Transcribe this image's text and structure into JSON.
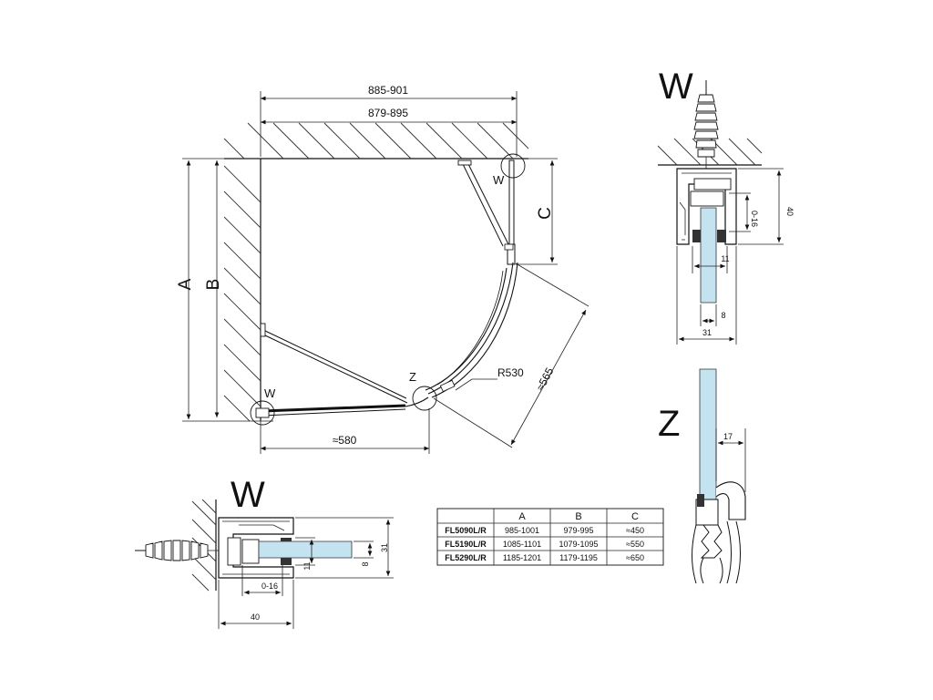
{
  "main_view": {
    "dim_top_outer": "885-901",
    "dim_top_inner": "879-895",
    "label_a": "A",
    "label_b": "B",
    "label_c": "C",
    "label_w_top": "W",
    "label_w_bottom": "W",
    "label_z": "Z",
    "radius": "R530",
    "diag": "≈565",
    "bottom": "≈580"
  },
  "detail_w_top": {
    "title": "W",
    "dim_40": "40",
    "dim_range": "0-16",
    "dim_11": "11",
    "dim_8": "8",
    "dim_31": "31"
  },
  "detail_w_bottom": {
    "title": "W",
    "dim_31": "31",
    "dim_8": "8",
    "dim_11": "11",
    "dim_range": "0-16",
    "dim_40": "40"
  },
  "detail_z": {
    "title": "Z",
    "dim_17": "17"
  },
  "table": {
    "headers": [
      "",
      "A",
      "B",
      "C"
    ],
    "rows": [
      [
        "FL5090L/R",
        "985-1001",
        "979-995",
        "≈450"
      ],
      [
        "FL5190L/R",
        "1085-1101",
        "1079-1095",
        "≈550"
      ],
      [
        "FL5290L/R",
        "1185-1201",
        "1179-1195",
        "≈650"
      ]
    ]
  }
}
